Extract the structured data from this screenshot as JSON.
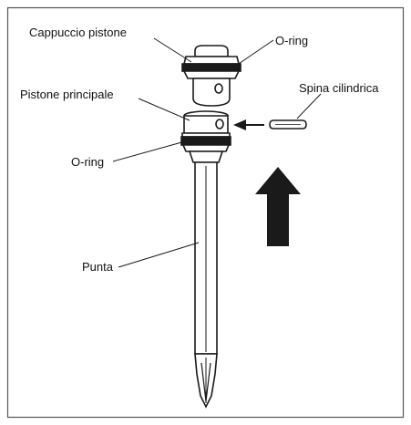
{
  "labels": {
    "piston_cap": "Cappuccio pistone",
    "oring_top": "O-ring",
    "main_piston": "Pistone principale",
    "cylindrical_pin": "Spina cilindrica",
    "oring_bottom": "O-ring",
    "tip": "Punta"
  },
  "colors": {
    "line": "#1a1a1a",
    "fill": "#ffffff",
    "shade": "#d6d6d6",
    "frame": "#555555"
  },
  "icons": {
    "assembly_arrow": "thick-up-arrow",
    "insert_arrow": "left-arrow"
  }
}
